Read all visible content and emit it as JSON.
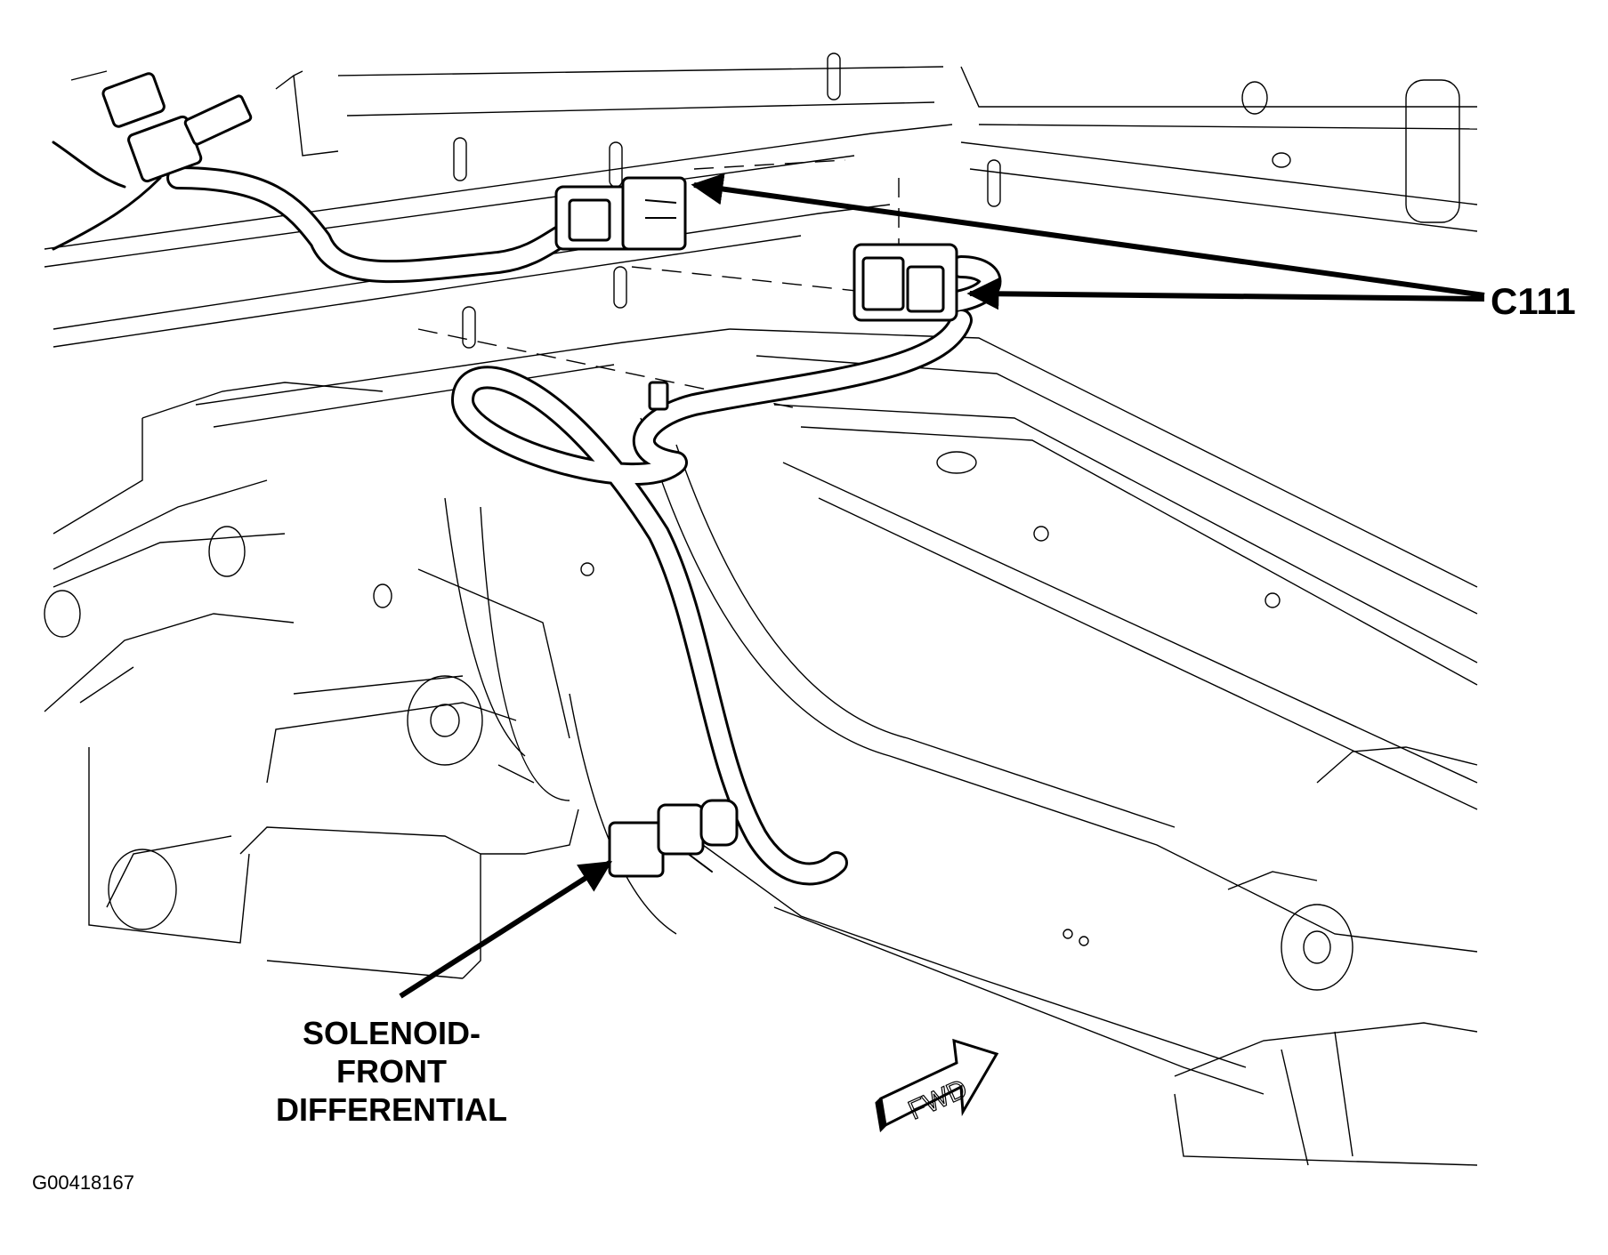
{
  "callouts": {
    "c111": "C111",
    "solenoid_line1": "SOLENOID-",
    "solenoid_line2": "FRONT",
    "solenoid_line3": "DIFFERENTIAL"
  },
  "fwd_indicator": "FWD",
  "figure_code": "G00418167",
  "colors": {
    "ink": "#000000",
    "background": "#ffffff"
  }
}
